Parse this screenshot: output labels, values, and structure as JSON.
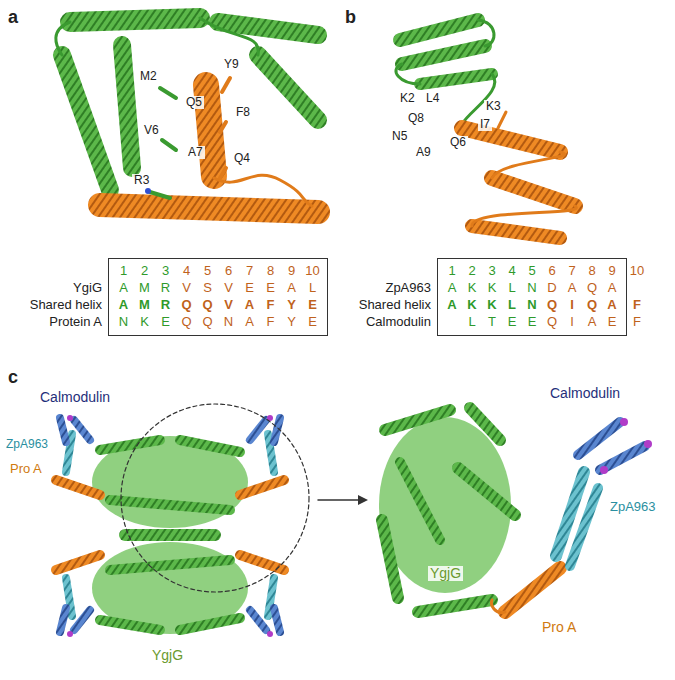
{
  "diagram": {
    "nodes": [
      {
        "text": [
          "1",
          "2",
          "3",
          "4",
          "5",
          "6",
          "7",
          "8",
          "9",
          "10",
          "A",
          "M",
          "R",
          "V",
          "S",
          "V",
          "E",
          "E",
          "A",
          "L",
          "A",
          "M",
          "R",
          "Q",
          "Q",
          "V",
          "A",
          "F",
          "Y",
          "E",
          "N",
          "K",
          "E",
          "Q",
          "Q",
          "N",
          "A",
          "F",
          "Y",
          "E"
        ]
      },
      {
        "text": [
          "1",
          "2",
          "3",
          "4",
          "5",
          "6",
          "7",
          "8",
          "9",
          "A",
          "K",
          "K",
          "L",
          "N",
          "D",
          "A",
          "Q",
          "A",
          "A",
          "K",
          "K",
          "L",
          "N",
          "Q",
          "I",
          "Q",
          "A",
          "L",
          "T",
          "E",
          "E",
          "Q",
          "I",
          "A",
          "E"
        ]
      }
    ],
    "labels": [
      "a",
      "M2",
      "Y9",
      "Q5",
      "F8",
      "V6",
      "A7",
      "Q4",
      "R3",
      "YgiG",
      "Shared helix",
      "Protein A",
      "b",
      "K2",
      "L4",
      "K3",
      "Q8",
      "N5",
      "I7",
      "Q6",
      "A9",
      "ZpA963",
      "Shared helix",
      "Calmodulin",
      "10",
      "F",
      "F",
      "c",
      "Calmodulin",
      "ZpA963",
      "Pro A",
      "YgjG",
      "Calmodulin",
      "ZpA963",
      "Pro A",
      "YgjG"
    ]
  }
}
